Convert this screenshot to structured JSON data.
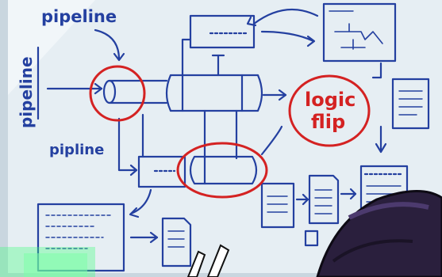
{
  "board": {
    "labels": {
      "top": "pipeline",
      "vertical": "pipeline",
      "lower": "pipline",
      "circled": [
        "logic",
        "flip"
      ]
    }
  },
  "colors": {
    "board": "#e4ecf2",
    "ink": "#2440a0",
    "highlight": "#d42222",
    "neon": "#3dff7a",
    "character": "#2a1f3d"
  }
}
